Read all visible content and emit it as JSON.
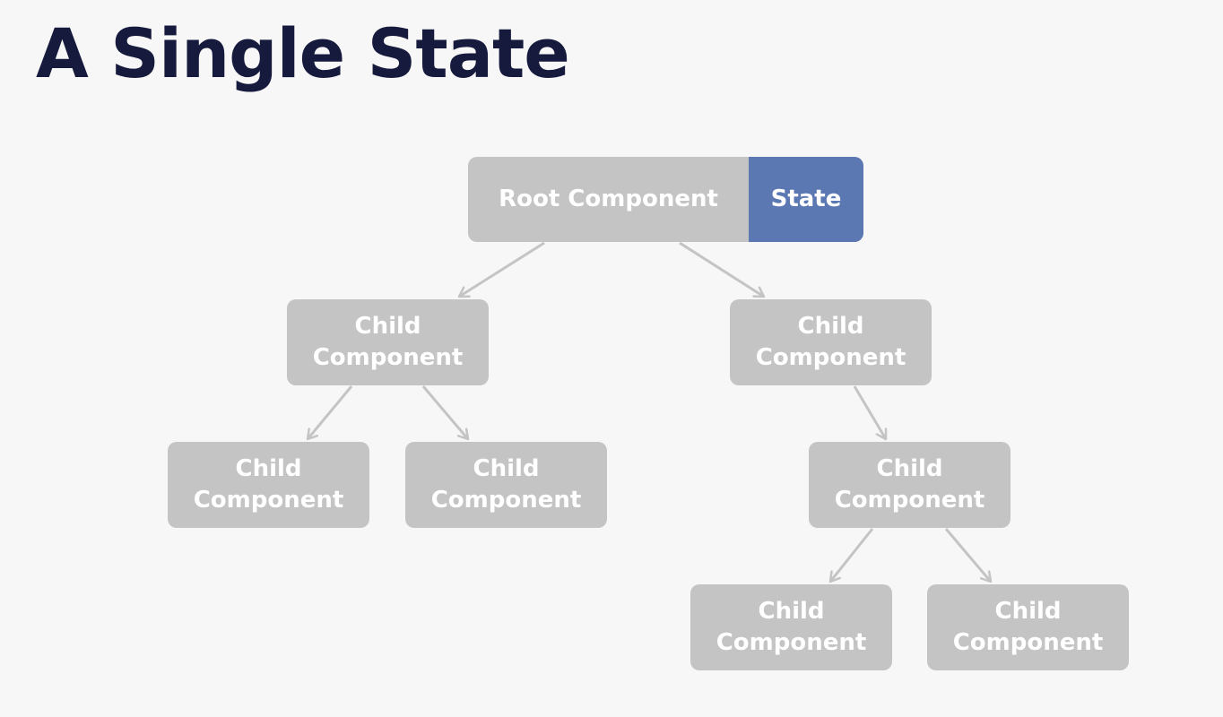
{
  "title": "A Single State",
  "colors": {
    "title": "#161a3c",
    "node_fill": "#c4c4c4",
    "state_fill": "#5b78b3",
    "connector": "#c4c4c4",
    "text": "#ffffff"
  },
  "root": {
    "label": "Root Component",
    "state_label": "State"
  },
  "child_label_line1": "Child",
  "child_label_line2": "Component",
  "edges": [
    [
      "root",
      "left-child"
    ],
    [
      "root",
      "right-child"
    ],
    [
      "left-child",
      "left-left-child"
    ],
    [
      "left-child",
      "left-right-child"
    ],
    [
      "right-child",
      "right-middle-child"
    ],
    [
      "right-middle-child",
      "bottom-left-child"
    ],
    [
      "right-middle-child",
      "bottom-right-child"
    ]
  ]
}
